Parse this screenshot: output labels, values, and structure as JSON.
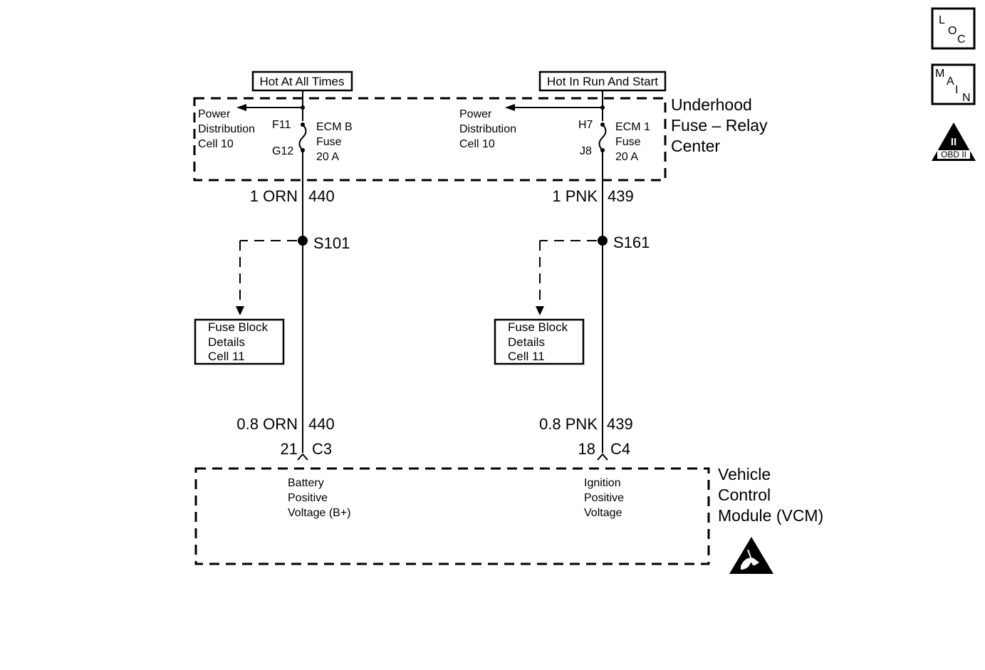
{
  "icons": {
    "loc": {
      "l1": "L",
      "l2": "O",
      "l3": "C"
    },
    "main": {
      "l1": "M",
      "l2": "A",
      "l3": "I",
      "l4": "N"
    },
    "obd": {
      "symbol": "II",
      "label": "OBD II"
    }
  },
  "relay_center": {
    "line1": "Underhood",
    "line2": "Fuse – Relay",
    "line3": "Center"
  },
  "left": {
    "hot_label": "Hot At All Times",
    "pdc": {
      "l1": "Power",
      "l2": "Distribution",
      "l3": "Cell 10"
    },
    "pin_top": "F11",
    "pin_bottom": "G12",
    "fuse": {
      "l1": "ECM B",
      "l2": "Fuse",
      "l3": "20 A"
    },
    "wire1_color": "1 ORN",
    "wire1_circuit": "440",
    "splice": "S101",
    "fuse_block": {
      "l1": "Fuse Block",
      "l2": "Details",
      "l3": "Cell 11"
    },
    "wire2_color": "0.8 ORN",
    "wire2_circuit": "440",
    "pin_num": "21",
    "connector": "C3",
    "vcm_label": {
      "l1": "Battery",
      "l2": "Positive",
      "l3": "Voltage (B+)"
    }
  },
  "right": {
    "hot_label": "Hot In Run And Start",
    "pdc": {
      "l1": "Power",
      "l2": "Distribution",
      "l3": "Cell 10"
    },
    "pin_top": "H7",
    "pin_bottom": "J8",
    "fuse": {
      "l1": "ECM 1",
      "l2": "Fuse",
      "l3": "20 A"
    },
    "wire1_color": "1 PNK",
    "wire1_circuit": "439",
    "splice": "S161",
    "fuse_block": {
      "l1": "Fuse Block",
      "l2": "Details",
      "l3": "Cell 11"
    },
    "wire2_color": "0.8 PNK",
    "wire2_circuit": "439",
    "pin_num": "18",
    "connector": "C4",
    "vcm_label": {
      "l1": "Ignition",
      "l2": "Positive",
      "l3": "Voltage"
    }
  },
  "vcm": {
    "line1": "Vehicle",
    "line2": "Control",
    "line3": "Module (VCM)"
  }
}
